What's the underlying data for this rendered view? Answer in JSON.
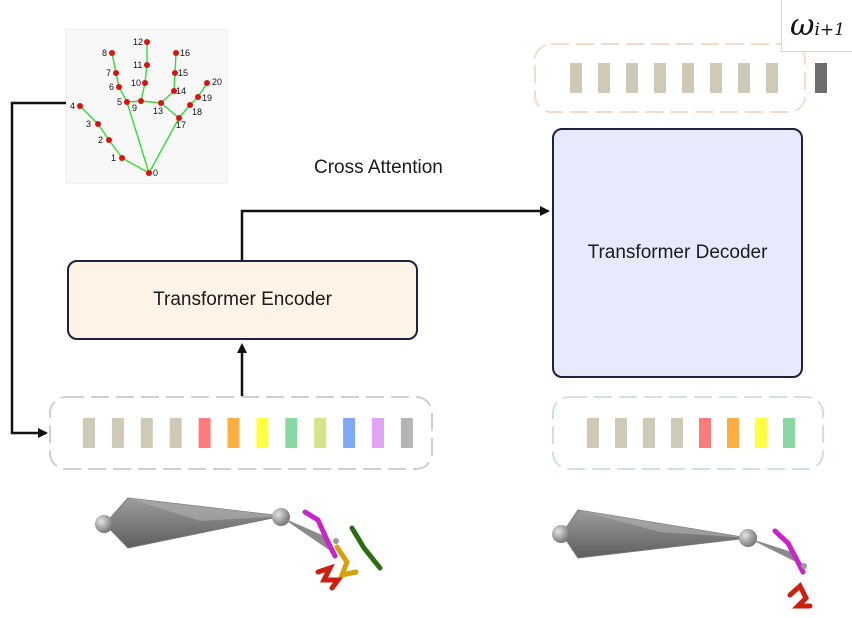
{
  "encoder_label": "Transformer Encoder",
  "decoder_label": "Transformer Decoder",
  "cross_attention_label": "Cross Attention",
  "omega": {
    "symbol": "ω",
    "subscript": "i+1"
  },
  "hand_keypoint_labels": [
    "0",
    "1",
    "2",
    "3",
    "4",
    "5",
    "6",
    "7",
    "8",
    "9",
    "10",
    "11",
    "12",
    "13",
    "14",
    "15",
    "16",
    "17",
    "18",
    "19",
    "20"
  ],
  "colors": {
    "border": "#1e2240",
    "encoder_fill": "#fdf3e6",
    "decoder_fill": "#e7e9fd",
    "keypoint": "#e01010",
    "bone": "#33dd33",
    "token_gray": "#cfc9b8",
    "token_dark": "#6e6e6e"
  },
  "input_tokens": [
    "#cfc9b8",
    "#cfc9b8",
    "#cfc9b8",
    "#cfc9b8",
    "#ff7a7a",
    "#ffae42",
    "#ffff40",
    "#88d8a2",
    "#d3e68a",
    "#7fa9f5",
    "#e3a3f5",
    "#b4b4b4"
  ],
  "decoder_input_tokens": [
    "#cfc9b8",
    "#cfc9b8",
    "#cfc9b8",
    "#cfc9b8",
    "#ff7a7a",
    "#ffae42",
    "#ffff40",
    "#88d8a2"
  ],
  "output_tokens": [
    "#cfc9b8",
    "#cfc9b8",
    "#cfc9b8",
    "#cfc9b8",
    "#cfc9b8",
    "#cfc9b8",
    "#cfc9b8",
    "#cfc9b8"
  ],
  "next_token_color": "#6e6e6e"
}
